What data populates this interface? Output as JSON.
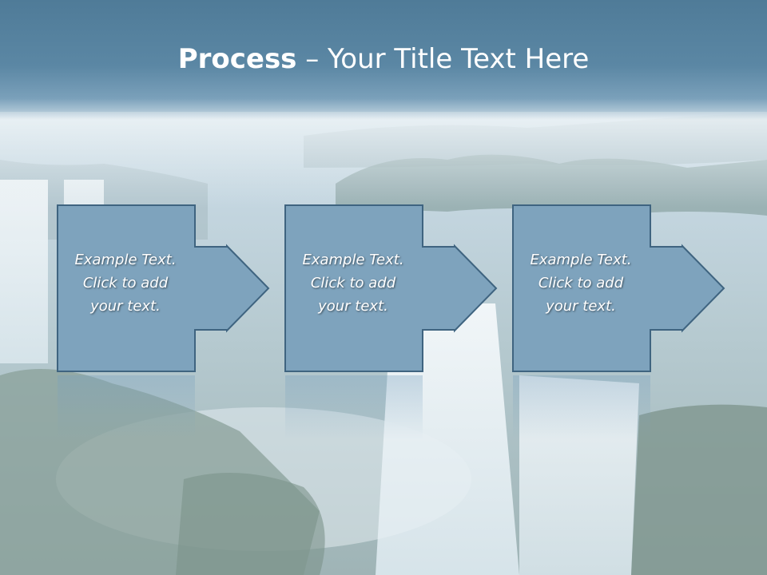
{
  "slide": {
    "title_bold": "Process",
    "title_rest": " – Your Title Text Here"
  },
  "steps": [
    {
      "line1": "Example Text.",
      "line2": "Click  to add",
      "line3": "your text."
    },
    {
      "line1": "Example Text.",
      "line2": "Click  to add",
      "line3": "your text."
    },
    {
      "line1": "Example Text.",
      "line2": "Click  to add",
      "line3": "your text."
    }
  ],
  "colors": {
    "title_band": "#5b87a4",
    "box_fill": "#7ea3bd",
    "box_stroke": "#3f6480",
    "text": "#ffffff"
  }
}
